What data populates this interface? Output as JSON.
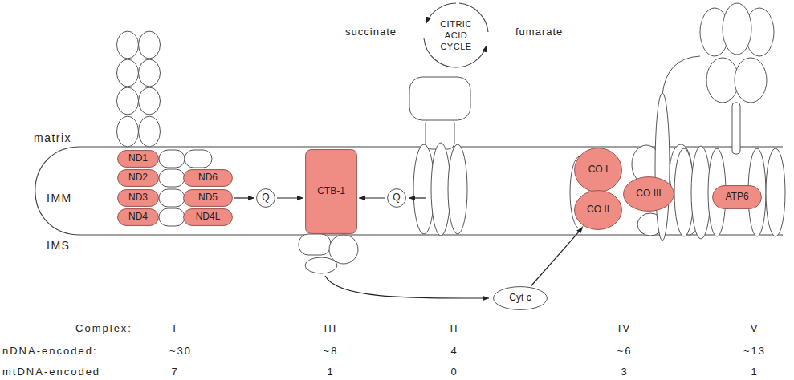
{
  "diagram": {
    "nodes": [
      {
        "text": [
          "ND1"
        ]
      },
      {
        "text": [
          "ND2"
        ]
      },
      {
        "text": [
          "ND3"
        ]
      },
      {
        "text": [
          "ND4"
        ]
      },
      {
        "text": [
          "ND6"
        ]
      },
      {
        "text": [
          "ND5"
        ]
      },
      {
        "text": [
          "ND4L"
        ]
      },
      {
        "text": [
          "Q"
        ]
      },
      {
        "text": [
          "CTB-1"
        ]
      },
      {
        "text": [
          "Q"
        ]
      },
      {
        "text": [
          "Cyt c"
        ]
      },
      {
        "text": [
          "CO I"
        ]
      },
      {
        "text": [
          "CO II"
        ]
      },
      {
        "text": [
          "CO III"
        ]
      },
      {
        "text": [
          "ATP6"
        ]
      }
    ],
    "edges": [
      {
        "from": 5,
        "to": 7,
        "arrow": "to"
      },
      {
        "from": 7,
        "to": 8,
        "arrow": "to"
      },
      {
        "from": 9,
        "to": 8,
        "arrow": "to"
      },
      {
        "from": 10,
        "to": 12,
        "arrow": "to"
      }
    ],
    "labels": [
      "matrix",
      "IMM",
      "IMS",
      "succinate",
      "CITRIC ACID CYCLE",
      "fumarate",
      "Complex:",
      "I",
      "III",
      "II",
      "IV",
      "V",
      "nDNA-encoded:",
      "~30",
      "~8",
      "4",
      "~6",
      "~13",
      "mtDNA-encoded",
      "7",
      "1",
      "0",
      "3",
      "1"
    ]
  }
}
